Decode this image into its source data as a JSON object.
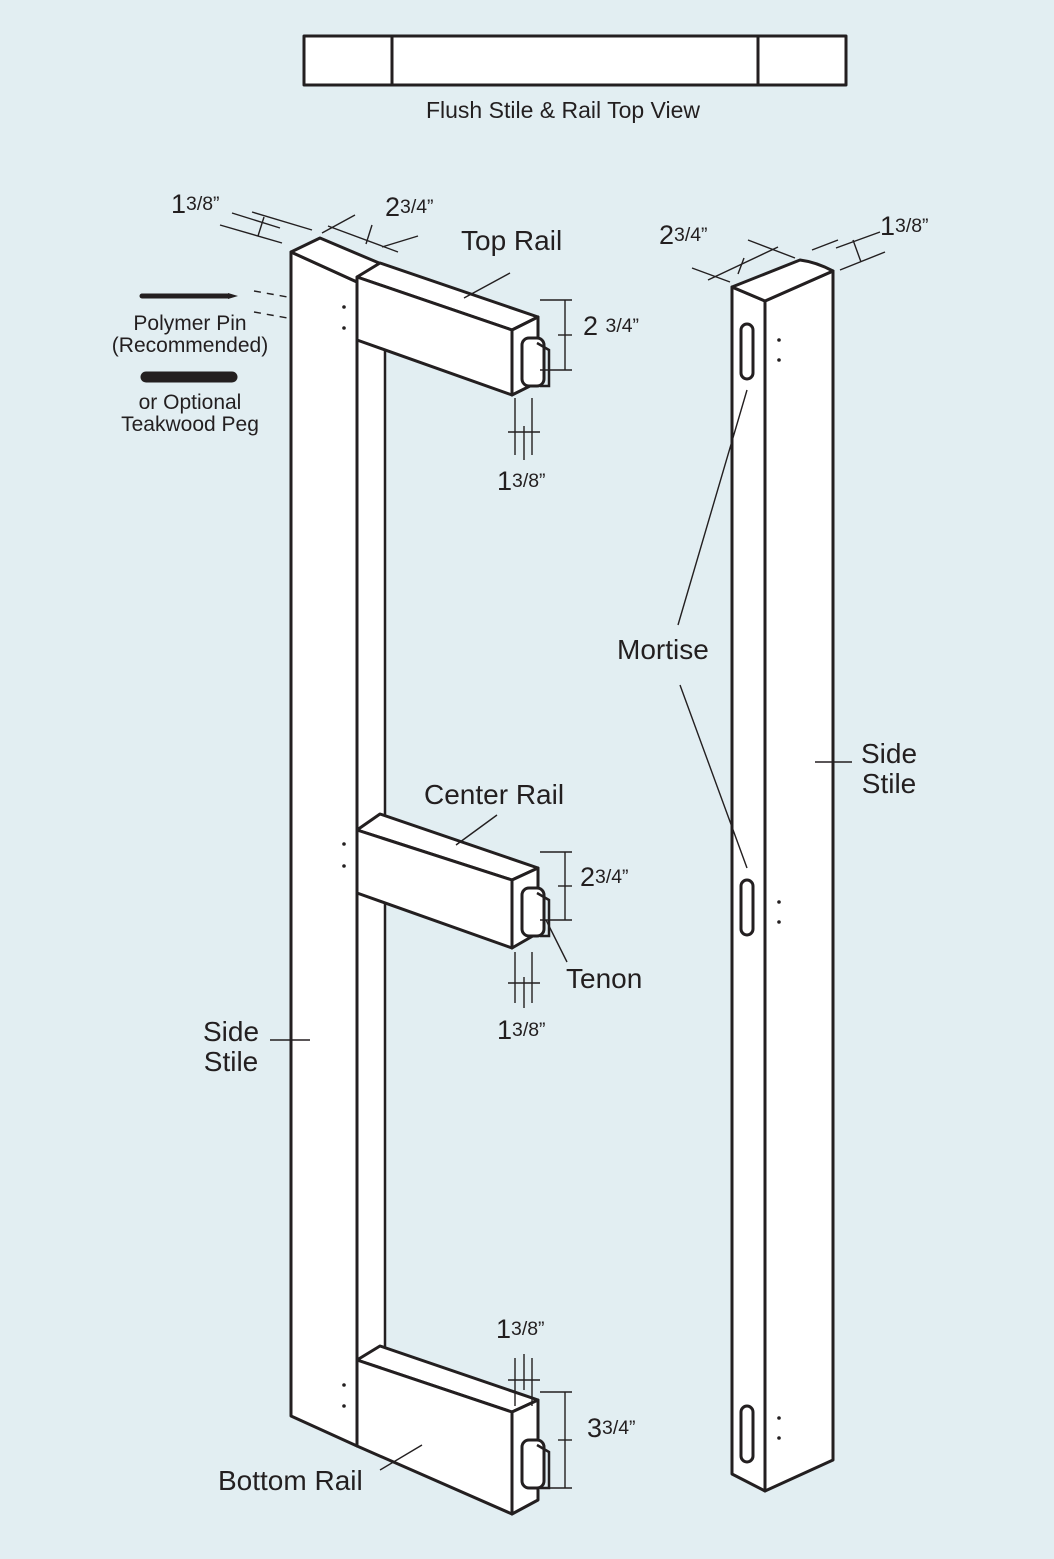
{
  "top_view": {
    "caption": "Flush Stile & Rail Top View"
  },
  "legend": {
    "pin_label_1": "Polymer Pin",
    "pin_label_2": "(Recommended)",
    "peg_label_1": "or Optional",
    "peg_label_2": "Teakwood Peg"
  },
  "labels": {
    "top_rail": "Top Rail",
    "center_rail": "Center Rail",
    "bottom_rail": "Bottom Rail",
    "tenon": "Tenon",
    "mortise": "Mortise",
    "left_side_stile_1": "Side",
    "left_side_stile_2": "Stile",
    "right_side_stile_1": "Side",
    "right_side_stile_2": "Stile"
  },
  "dimensions": {
    "left_stile_top_thickness": {
      "whole": "1",
      "frac": "3/8”"
    },
    "left_stile_top_width": {
      "whole": "2",
      "frac": "3/4”"
    },
    "top_rail_height": {
      "whole": "2 ",
      "frac": "3/4”"
    },
    "top_rail_thickness": {
      "whole": "1",
      "frac": "3/8”"
    },
    "center_rail_height": {
      "whole": "2",
      "frac": "3/4”"
    },
    "center_rail_thickness": {
      "whole": "1",
      "frac": "3/8”"
    },
    "bottom_rail_thickness": {
      "whole": "1",
      "frac": "3/8”"
    },
    "bottom_rail_height": {
      "whole": "3",
      "frac": "3/4”"
    },
    "right_stile_width": {
      "whole": "2",
      "frac": "3/4”"
    },
    "right_stile_thickness": {
      "whole": "1",
      "frac": "3/8”"
    }
  }
}
